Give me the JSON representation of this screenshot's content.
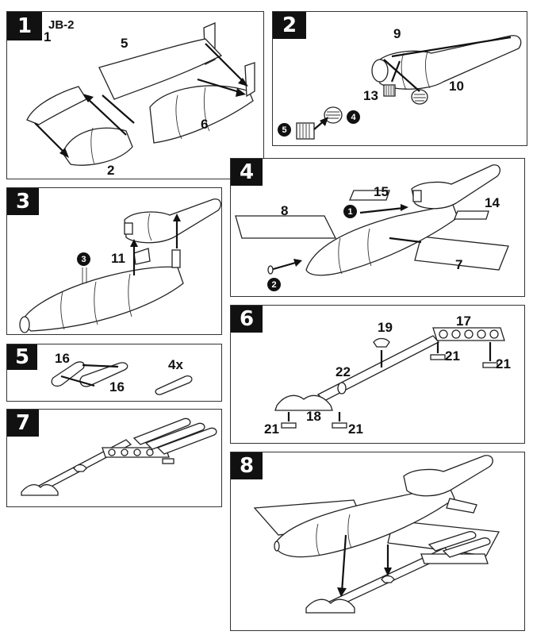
{
  "model_name": "JB-2",
  "steps": [
    {
      "number": "1",
      "labels": [
        "1",
        "5",
        "6",
        "2"
      ]
    },
    {
      "number": "2",
      "labels": [
        "9",
        "10",
        "13"
      ],
      "callouts": [
        "5",
        "4"
      ]
    },
    {
      "number": "3",
      "labels": [
        "11"
      ],
      "callouts": [
        "3"
      ]
    },
    {
      "number": "4",
      "labels": [
        "15",
        "14",
        "8",
        "7"
      ],
      "callouts": [
        "1",
        "2"
      ]
    },
    {
      "number": "5",
      "labels": [
        "16",
        "16",
        "4x"
      ]
    },
    {
      "number": "6",
      "labels": [
        "19",
        "17",
        "22",
        "21",
        "21",
        "18",
        "21",
        "21"
      ]
    },
    {
      "number": "7",
      "labels": []
    },
    {
      "number": "8",
      "labels": []
    }
  ]
}
